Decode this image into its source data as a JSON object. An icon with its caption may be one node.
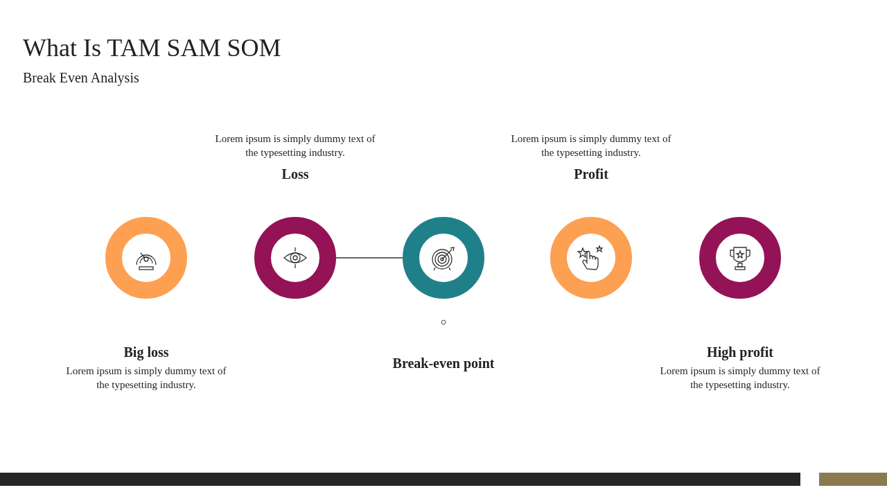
{
  "diagram": {
    "title": "What Is TAM SAM SOM",
    "caption": "Break Even Analysis",
    "nodes": [
      {
        "text": [
          "Big loss"
        ]
      },
      {
        "text": [
          "Loss"
        ]
      },
      {
        "text": [
          "Break-even point"
        ]
      },
      {
        "text": [
          "Profit"
        ]
      },
      {
        "text": [
          "High profit"
        ]
      }
    ],
    "labels": [
      "Lorem ipsum is simply dummy text of the typesetting industry.",
      "Lorem ipsum is simply dummy text of the typesetting industry.",
      "Lorem ipsum is simply dummy text of the typesetting industry.",
      "Lorem ipsum is simply dummy text of the typesetting industry."
    ],
    "edges": [
      {
        "from": 1,
        "to": 2,
        "arrow": "none"
      }
    ]
  }
}
